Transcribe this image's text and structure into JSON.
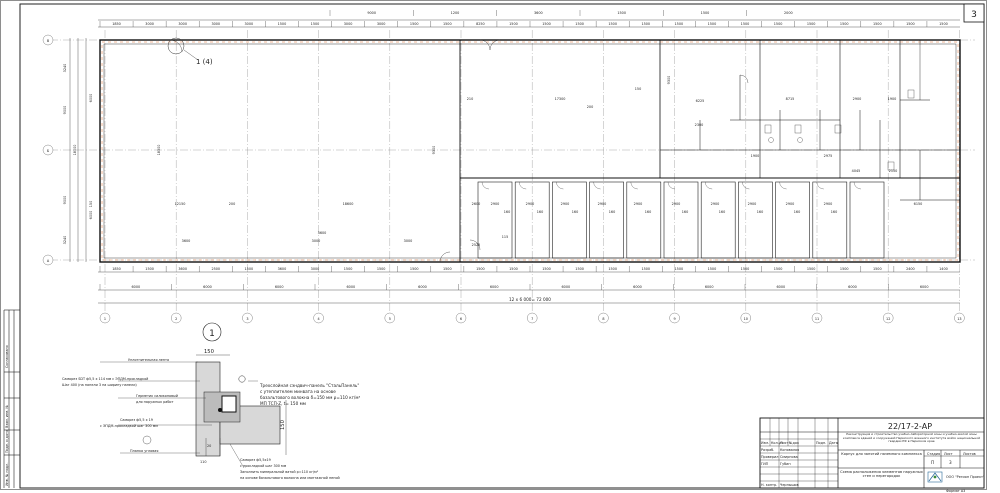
{
  "sheet_number": "3",
  "axes": {
    "rows": [
      "В",
      "Б",
      "А"
    ],
    "cols": [
      "1",
      "2",
      "3",
      "4",
      "5",
      "6",
      "7",
      "8",
      "9",
      "10",
      "11",
      "12",
      "13"
    ]
  },
  "top_dims_a": [
    "1850",
    "3000",
    "3000",
    "3000",
    "3000",
    "1500",
    "1500",
    "3000",
    "3000",
    "1500",
    "1500",
    "8250",
    "1500",
    "1500",
    "1500",
    "1500",
    "1500",
    "1500",
    "1500",
    "1500",
    "1500",
    "1500",
    "1500",
    "1500",
    "1500",
    "1500"
  ],
  "top_dims_b": [
    "9000",
    "1200",
    "3600",
    "1500",
    "1500",
    "2000"
  ],
  "bottom_dims_a": [
    "1850",
    "1500",
    "3600",
    "2500",
    "1500",
    "3600",
    "3000",
    "1500",
    "1500",
    "1500",
    "1500",
    "1500",
    "1500",
    "1500",
    "1500",
    "1500",
    "1500",
    "1500",
    "1500",
    "1500",
    "1500",
    "1500",
    "1500",
    "1500",
    "2400",
    "1400"
  ],
  "bottom_dims_b": [
    "6000",
    "6000",
    "6000",
    "6000",
    "6000",
    "6000",
    "6000",
    "6000",
    "6000",
    "6000",
    "6000",
    "6000"
  ],
  "total_dim": "12 х 6 000= 72 000",
  "left_dims": [
    "3240",
    "9000",
    "18000",
    "9000",
    "3240",
    "6000",
    "6000",
    "150"
  ],
  "interior_labels": [
    "18300",
    "12150",
    "200",
    "18600",
    "17300",
    "200",
    "210",
    "9300",
    "9300",
    "150",
    "6225",
    "8715",
    "2900",
    "1900",
    "2300",
    "2975",
    "1900",
    "2900",
    "2900",
    "2900",
    "2900",
    "2900",
    "2900",
    "2900",
    "2900",
    "2900",
    "2900",
    "4045",
    "2150",
    "6150",
    "160",
    "160",
    "160",
    "160",
    "160",
    "160",
    "160",
    "160",
    "160",
    "160",
    "2600",
    "2525",
    "115",
    "3600",
    "3000",
    "3000",
    "3600"
  ],
  "callout": "1 (4)",
  "detail": {
    "title": "1",
    "dim_top": "150",
    "dim_right": "150",
    "dim_bottom": [
      "110",
      "20"
    ],
    "labels_left": [
      "Уплотнительная лента",
      "Саморез SDT ф5,5 х 114 мм с ЭПДМ-прокладкой",
      "Шаг 400 (на панели 3 на ширину панели)",
      "Герметик силиконовый",
      "для наружных работ",
      "Саморез ф5,5 х 19",
      "с ЭПДМ-прокладкой шаг 300 мм",
      "Планка угловая"
    ],
    "labels_right": [
      "Трехслойная сэндвич-панель \"СтальПанель\"",
      "с утеплителем минвата на основе",
      "базальтового волокна δ=150 мм ρ=110 кг/м³",
      "МП ТСП-Z, t= 150 мм"
    ],
    "labels_bottom": [
      "Саморез ф5,5х19",
      "с прокладкой шаг 300 мм",
      "Заполнить минеральной ватой р=110 кг/м³",
      "на основе базальтового волокна или монтажной пеной"
    ]
  },
  "stamp": {
    "doc_code": "22/17-2-АР",
    "project": "Реконструкция и строительство учебно-лабораторной зоны и учебно-жилой зоны комплекса зданий и сооружений Пермского военного института войск национальной гвардии РФ в Пермском крае",
    "section": "Корпус для занятий наземного комплекса",
    "drawing": "Схема расположения элементов наружных стен и перегородок",
    "stage_h": "Стадия",
    "sheet_h": "Лист",
    "sheets_h": "Листов",
    "stage": "П",
    "sheet": "3",
    "org": "ООО \"Регион Проект\"",
    "roles": [
      "Разраб.",
      "Проверил",
      "ГИП",
      "Н. контр."
    ],
    "names": [
      "Коновалов",
      "Смирнова",
      "Губин",
      "Чернышов"
    ],
    "cols_h": [
      "Изм.",
      "Кол.уч",
      "Лист",
      "№док",
      "Подп.",
      "Дата"
    ]
  },
  "side_strip": [
    "Согласовано",
    "Взам. инв. №",
    "Подп. и дата",
    "Инв. № подл."
  ],
  "format": "Формат А3"
}
